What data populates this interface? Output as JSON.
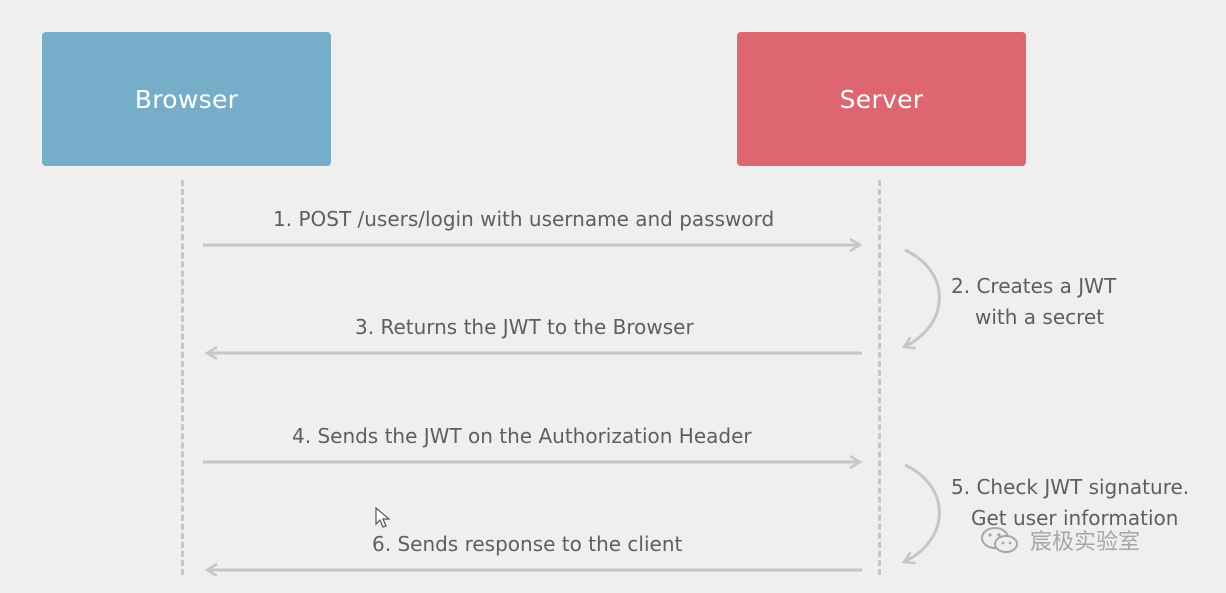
{
  "actors": {
    "browser": {
      "label": "Browser",
      "color": "#76aec9"
    },
    "server": {
      "label": "Server",
      "color": "#dd6671"
    }
  },
  "messages": [
    {
      "label": "1. POST /users/login with username and password",
      "direction": "to-server"
    },
    {
      "label": "3. Returns the JWT to the Browser",
      "direction": "to-browser"
    },
    {
      "label": "4. Sends the JWT on the Authorization Header",
      "direction": "to-server"
    },
    {
      "label": "6. Sends response to the client",
      "direction": "to-browser"
    }
  ],
  "self_steps": [
    {
      "line1": "2. Creates a JWT",
      "line2": "with a secret"
    },
    {
      "line1": "5. Check JWT signature.",
      "line2": "Get user information"
    }
  ],
  "watermark": {
    "text": "宸极实验室",
    "icon": "wechat-icon"
  },
  "cursor": {
    "icon": "mouse-pointer-icon"
  },
  "colors": {
    "line": "#c6c6c6",
    "text": "#5e5e5e",
    "background": "#efefef"
  }
}
